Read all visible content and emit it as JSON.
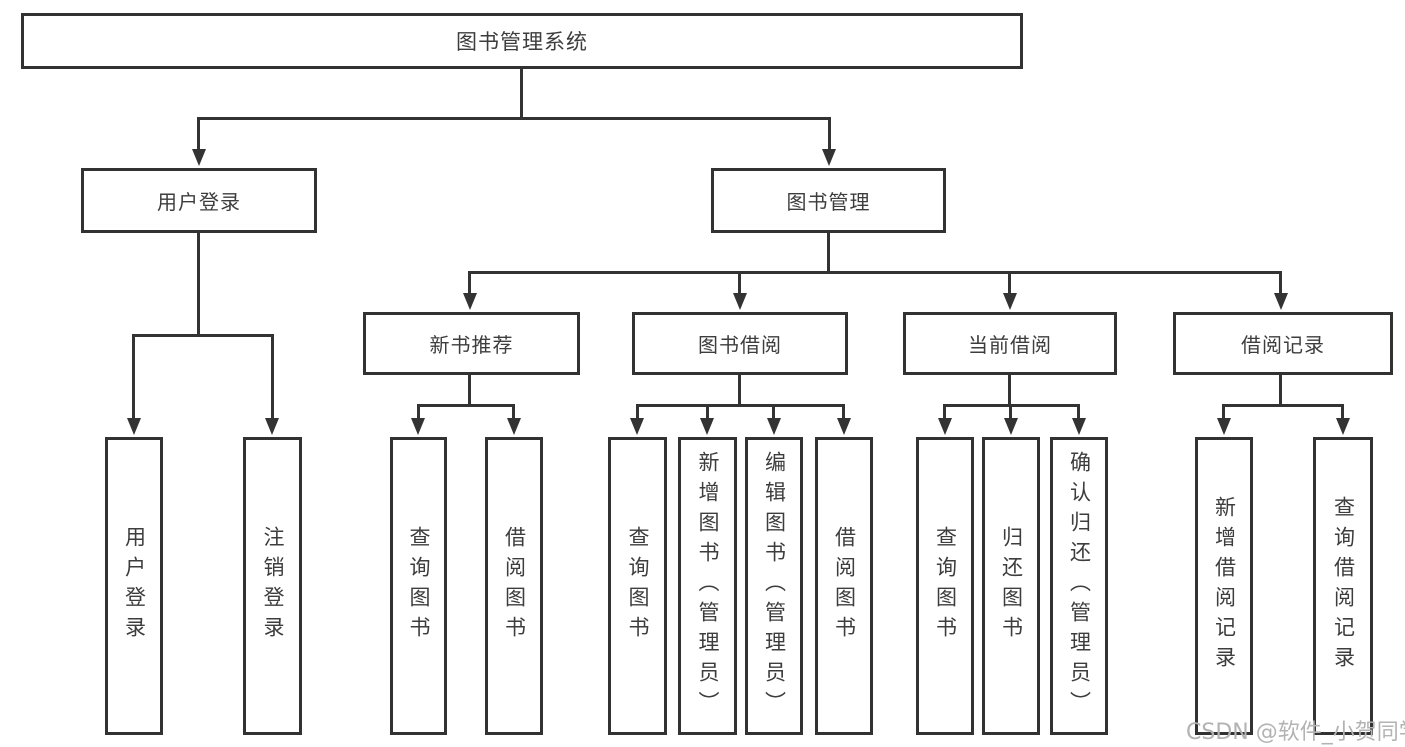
{
  "diagram": {
    "title": "图书管理系统",
    "watermark": "CSDN @软件_小贺同学",
    "colors": {
      "line": "#333333",
      "box_border": "#323232",
      "text": "#3d3d3d",
      "watermark": "#b3b3b3",
      "background": "#ffffff"
    },
    "tree": {
      "label": "图书管理系统",
      "children": [
        {
          "label": "用户登录",
          "children": [
            {
              "label": "用户登录"
            },
            {
              "label": "注销登录"
            }
          ]
        },
        {
          "label": "图书管理",
          "children": [
            {
              "label": "新书推荐",
              "children": [
                {
                  "label": "查询图书"
                },
                {
                  "label": "借阅图书"
                }
              ]
            },
            {
              "label": "图书借阅",
              "children": [
                {
                  "label": "查询图书"
                },
                {
                  "label": "新增图书（管理员）"
                },
                {
                  "label": "编辑图书（管理员）"
                },
                {
                  "label": "借阅图书"
                }
              ]
            },
            {
              "label": "当前借阅",
              "children": [
                {
                  "label": "查询图书"
                },
                {
                  "label": "归还图书"
                },
                {
                  "label": "确认归还（管理员）"
                }
              ]
            },
            {
              "label": "借阅记录",
              "children": [
                {
                  "label": "新增借阅记录"
                },
                {
                  "label": "查询借阅记录"
                }
              ]
            }
          ]
        }
      ]
    }
  }
}
